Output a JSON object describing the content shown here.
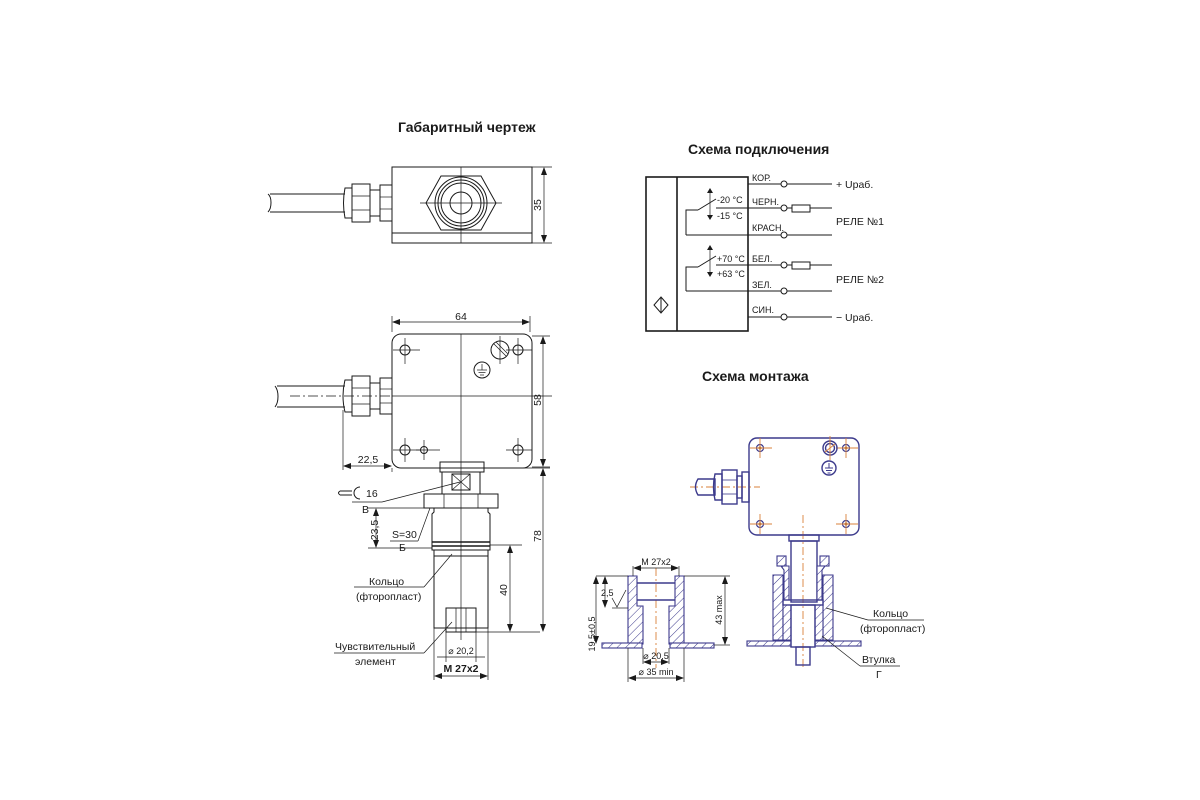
{
  "titles": {
    "overall_drawing": "Габаритный чертеж",
    "wiring_diagram": "Схема подключения",
    "mounting_diagram": "Схема монтажа"
  },
  "overall_drawing": {
    "dimensions": {
      "side_height": "35",
      "width": "64",
      "height": "58",
      "cable_offset": "22,5",
      "total_length": "78",
      "thread_length": "23,5",
      "probe_length": "40",
      "probe_diameter": "⌀ 20,2",
      "thread": "M 27x2"
    },
    "callouts": {
      "wrench_size": "16",
      "wrench_letter": "В",
      "hex_size": "S=30",
      "hex_letter": "Б",
      "ring_label_1": "Кольцо",
      "ring_label_2": "(фторопласт)",
      "sensor_label_1": "Чувствительный",
      "sensor_label_2": "элемент"
    }
  },
  "wiring": {
    "wires": [
      {
        "name": "КОР.",
        "target": "+ Uраб."
      },
      {
        "name": "ЧЕРН.",
        "target": ""
      },
      {
        "name": "КРАСН.",
        "target": ""
      },
      {
        "name": "БЕЛ.",
        "target": ""
      },
      {
        "name": "ЗЕЛ.",
        "target": ""
      },
      {
        "name": "СИН.",
        "target": "− Uраб."
      }
    ],
    "relay1": {
      "label": "РЕЛЕ №1",
      "t_on": "-20 °С",
      "t_off": "-15 °С"
    },
    "relay2": {
      "label": "РЕЛЕ №2",
      "t_on": "+70 °С",
      "t_off": "+63 °С"
    }
  },
  "mounting": {
    "dimensions": {
      "thread": "M 27x2",
      "chamfer": "2,5",
      "depth": "19,5±0,5",
      "height": "43 max",
      "inner_diameter": "⌀ 20,5",
      "outer_diameter": "⌀ 35 min"
    },
    "callouts": {
      "ring_label_1": "Кольцо",
      "ring_label_2": "(фторопласт)",
      "sleeve_label": "Втулка",
      "sleeve_letter": "Г"
    }
  },
  "colors": {
    "line": "#1a1a1a",
    "mounting_outline": "#3c3a8c",
    "center_lines": "#d9823b"
  }
}
